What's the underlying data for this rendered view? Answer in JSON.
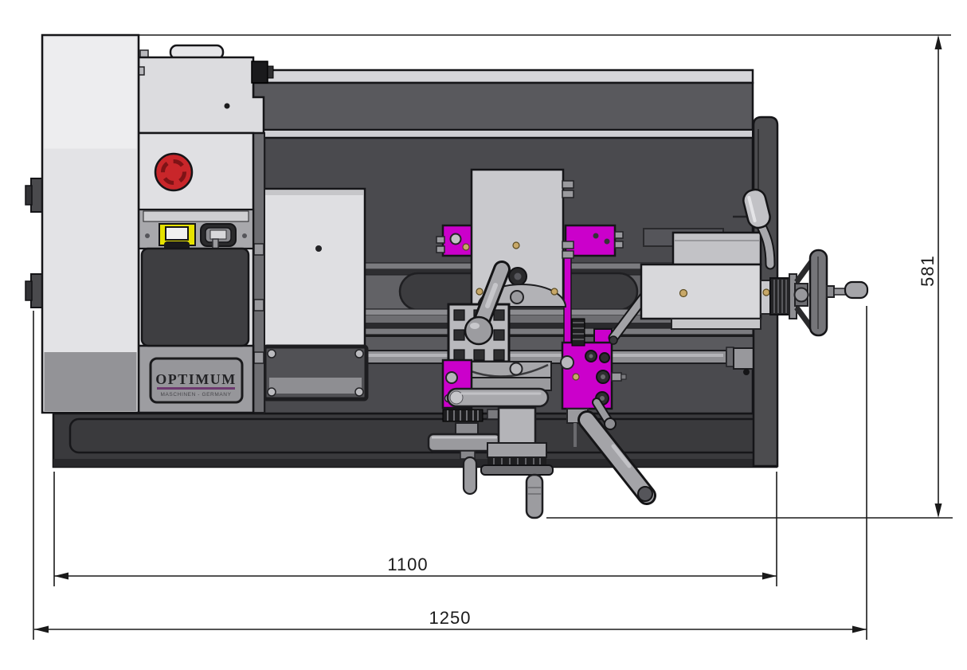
{
  "drawing": {
    "dimensions": {
      "total_width": "1250",
      "base_width": "1100",
      "height": "581"
    },
    "logo": {
      "brand": "OPTIMUM",
      "subline": "MASCHINEN - GERMANY"
    },
    "colors": {
      "accent_magenta": "#cb00cb",
      "estop_red": "#c9262a",
      "switch_yellow": "#e6e200",
      "logo_underline": "#6e3a70",
      "body_dark_gray": "#4a4a4e",
      "machine_light_gray": "#e3e3e6"
    }
  }
}
